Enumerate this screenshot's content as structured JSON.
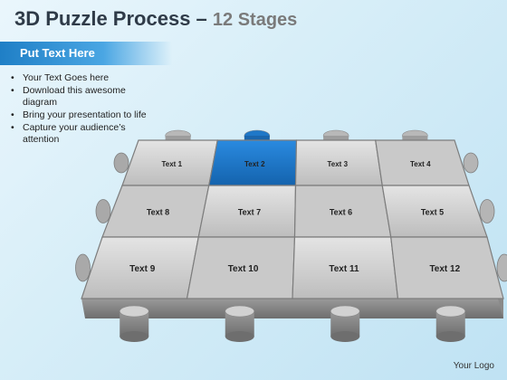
{
  "title": {
    "main": "3D Puzzle Process –",
    "stages": "12 Stages"
  },
  "sidebar": {
    "heading": "Put Text Here",
    "bullets": [
      "Your Text Goes here",
      "Download this awesome diagram",
      "Bring your presentation to life",
      "Capture your audience’s attention"
    ]
  },
  "puzzle": {
    "highlight_color": "#1f78c8",
    "piece_color": "#c8c8c8",
    "labels": [
      "Text 1",
      "Text 2",
      "Text 3",
      "Text 4",
      "Text 8",
      "Text 7",
      "Text 6",
      "Text 5",
      "Text 9",
      "Text 10",
      "Text 11",
      "Text 12"
    ],
    "highlighted": "Text 2"
  },
  "footer": {
    "logo": "Your Logo"
  }
}
